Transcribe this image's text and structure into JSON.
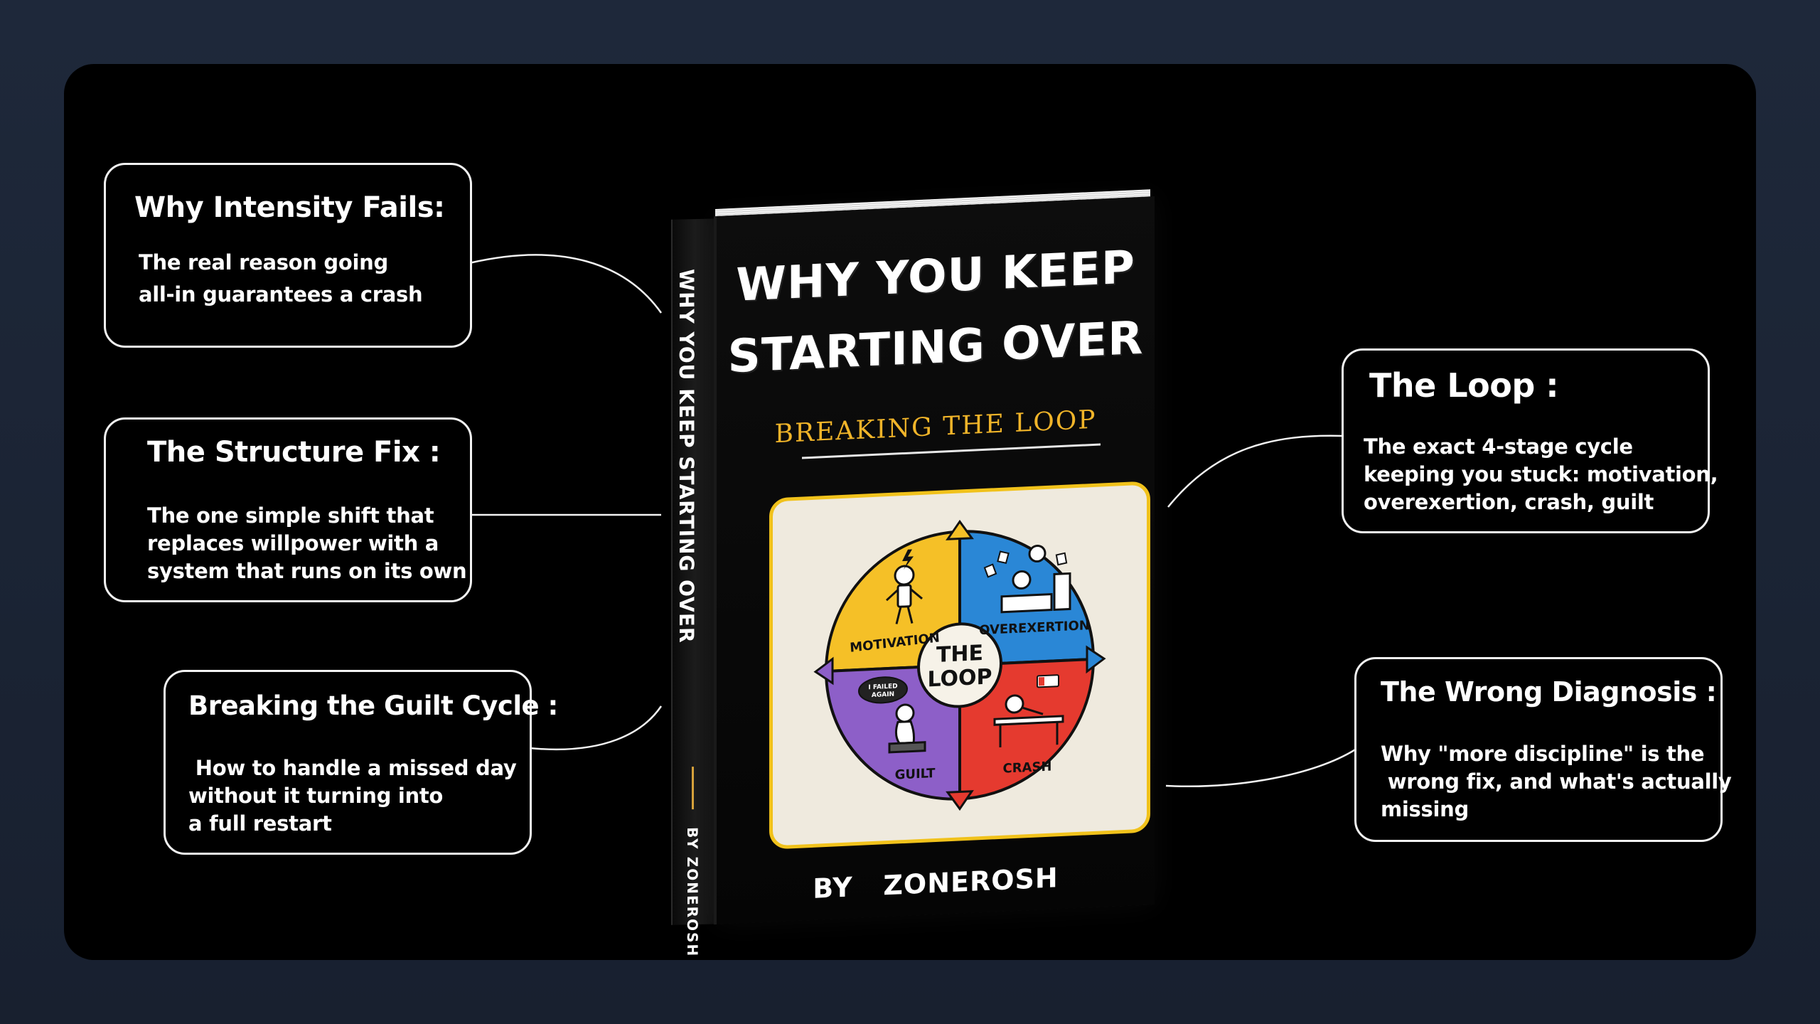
{
  "cards": {
    "intensity": {
      "title": "Why Intensity Fails:",
      "lines": [
        "The real reason going",
        "all-in guarantees a crash"
      ]
    },
    "structure": {
      "title": "The Structure Fix :",
      "lines": [
        "The one simple shift that",
        "replaces willpower with a",
        "system that runs on its own"
      ]
    },
    "guilt": {
      "title": "Breaking the Guilt Cycle :",
      "lines": [
        " How to handle a missed day",
        "without it turning into",
        "a full restart"
      ]
    },
    "loop": {
      "title": "The Loop :",
      "lines": [
        "The exact 4-stage cycle",
        "keeping you stuck: motivation,",
        "overexertion, crash, guilt"
      ]
    },
    "diagnosis": {
      "title": "The Wrong Diagnosis :",
      "lines": [
        "Why \"more discipline\" is the",
        " wrong fix, and what's actually",
        "missing"
      ]
    }
  },
  "book": {
    "title_line1": "WHY YOU KEEP",
    "title_line2": "STARTING OVER",
    "subtitle": "BREAKING THE LOOP",
    "spine_title": "WHY YOU KEEP STARTING OVER",
    "spine_author": "BY  ZONEROSH",
    "author": "BY   ZONEROSH",
    "loop_center_1": "THE",
    "loop_center_2": "LOOP",
    "stage_motivation": "MOTIVATION",
    "stage_overexertion": "OVEREXERTION",
    "stage_crash": "CRASH",
    "stage_guilt": "GUILT",
    "thought_bubble_1": "I FAILED",
    "thought_bubble_2": "AGAIN"
  },
  "colors": {
    "background": "#1e283a",
    "stage": "#000000",
    "card_border": "#f2f2f2",
    "accent_gold": "#f1c21b",
    "quadrant_motivation": "#f5c027",
    "quadrant_overexertion": "#2a87d6",
    "quadrant_crash": "#e53a2f",
    "quadrant_guilt": "#8d5fc8"
  }
}
